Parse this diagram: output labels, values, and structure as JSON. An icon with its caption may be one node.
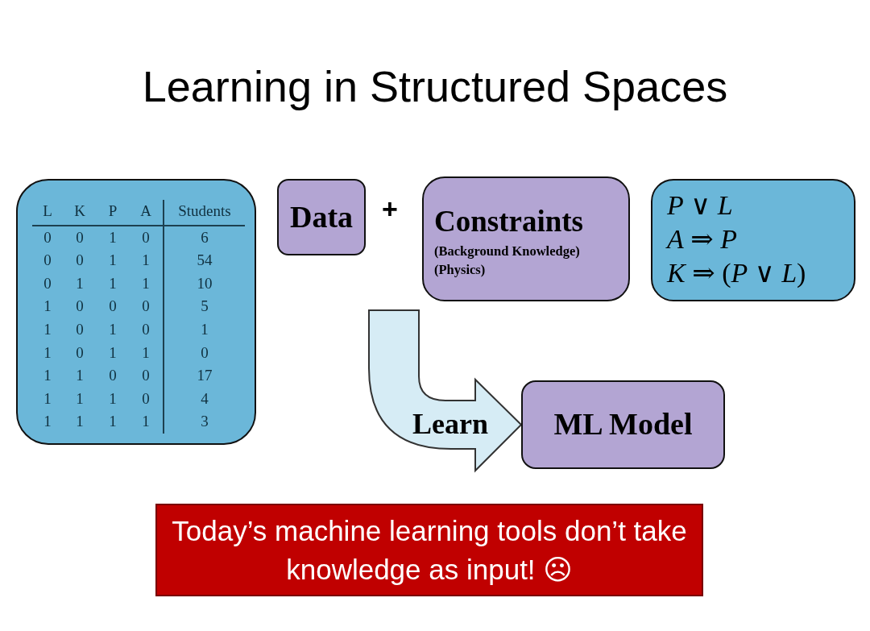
{
  "diagram": {
    "title": "Learning in Structured Spaces",
    "nodes": [
      {
        "text": [
          "L",
          "K",
          "P",
          "A",
          "Students",
          "0",
          "0",
          "1",
          "0",
          "6",
          "0",
          "0",
          "1",
          "1",
          "54",
          "0",
          "1",
          "1",
          "1",
          "10",
          "1",
          "0",
          "0",
          "0",
          "5",
          "1",
          "0",
          "1",
          "0",
          "1",
          "1",
          "0",
          "1",
          "1",
          "0",
          "1",
          "1",
          "0",
          "0",
          "17",
          "1",
          "1",
          "1",
          "0",
          "4",
          "1",
          "1",
          "1",
          "1",
          "3"
        ]
      },
      {
        "text": [
          "Data"
        ]
      },
      {
        "text": [
          "Constraints",
          "(Background Knowledge)",
          "(Physics)"
        ]
      },
      {
        "text": [
          "*P* ∨ *L*",
          "*A* ⇒ *P*",
          "*K* ⇒ (*P* ∨ *L*)"
        ]
      },
      {
        "text": [
          "ML Model"
        ]
      },
      {
        "text": [
          "Today’s machine learning tools don’t take knowledge as input! ☹"
        ]
      }
    ],
    "edges": [
      {
        "from": null,
        "to": 4,
        "arrow": "to",
        "label": "Learn"
      }
    ],
    "labels": [
      "+"
    ]
  }
}
